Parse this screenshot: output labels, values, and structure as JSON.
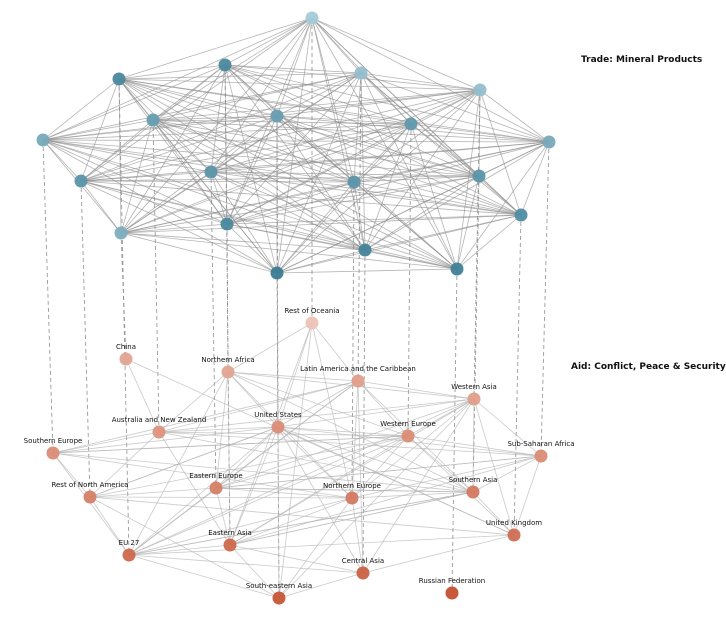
{
  "layers": {
    "top": {
      "title": "Trade: Mineral Products",
      "node_color_light": "#a9cfdc",
      "node_color_dark": "#3a7c93",
      "edge_color": "#8c8c8c"
    },
    "bottom": {
      "title": "Aid: Conflict, Peace & Security",
      "node_color_light": "#efc8bd",
      "node_color_dark": "#c4502f",
      "edge_color": "#b4b4b4"
    }
  },
  "nodes": [
    {
      "label": "Rest of Oceania",
      "top_shade": 0.05,
      "bottom_shade": 0.05
    },
    {
      "label": "China",
      "top_shade": 0.4,
      "bottom_shade": 0.3
    },
    {
      "label": "Northern Africa",
      "top_shade": 0.85,
      "bottom_shade": 0.3
    },
    {
      "label": "Latin America and the Caribbean",
      "top_shade": 0.2,
      "bottom_shade": 0.35
    },
    {
      "label": "Western Asia",
      "top_shade": 0.2,
      "bottom_shade": 0.35
    },
    {
      "label": "Australia and New Zealand",
      "top_shade": 0.6,
      "bottom_shade": 0.45
    },
    {
      "label": "United States",
      "top_shade": 0.6,
      "bottom_shade": 0.5
    },
    {
      "label": "Western Europe",
      "top_shade": 0.65,
      "bottom_shade": 0.5
    },
    {
      "label": "Southern Europe",
      "top_shade": 0.45,
      "bottom_shade": 0.5
    },
    {
      "label": "Sub-Saharan Africa",
      "top_shade": 0.45,
      "bottom_shade": 0.5
    },
    {
      "label": "Rest of North America",
      "top_shade": 0.7,
      "bottom_shade": 0.6
    },
    {
      "label": "Eastern Europe",
      "top_shade": 0.7,
      "bottom_shade": 0.6
    },
    {
      "label": "Northern Europe",
      "top_shade": 0.7,
      "bottom_shade": 0.65
    },
    {
      "label": "Southern Asia",
      "top_shade": 0.7,
      "bottom_shade": 0.65
    },
    {
      "label": "United Kingdom",
      "top_shade": 0.8,
      "bottom_shade": 0.75
    },
    {
      "label": "EU 27",
      "top_shade": 0.85,
      "bottom_shade": 0.8
    },
    {
      "label": "Eastern Asia",
      "top_shade": 0.85,
      "bottom_shade": 0.8
    },
    {
      "label": "Central Asia",
      "top_shade": 0.9,
      "bottom_shade": 0.85
    },
    {
      "label": "South-eastern Asia",
      "top_shade": 1.0,
      "bottom_shade": 0.95
    },
    {
      "label": "Russian Federation",
      "top_shade": 0.95,
      "bottom_shade": 1.0
    }
  ],
  "bottom_edges": [
    [
      0,
      2
    ],
    [
      0,
      3
    ],
    [
      0,
      6
    ],
    [
      0,
      12
    ],
    [
      0,
      18
    ],
    [
      0,
      16
    ],
    [
      1,
      5
    ],
    [
      1,
      14
    ],
    [
      2,
      5
    ],
    [
      2,
      6
    ],
    [
      2,
      7
    ],
    [
      2,
      3
    ],
    [
      2,
      4
    ],
    [
      2,
      12
    ],
    [
      2,
      16
    ],
    [
      2,
      11
    ],
    [
      2,
      13
    ],
    [
      2,
      15
    ],
    [
      3,
      6
    ],
    [
      3,
      4
    ],
    [
      3,
      7
    ],
    [
      3,
      5
    ],
    [
      3,
      12
    ],
    [
      3,
      13
    ],
    [
      3,
      15
    ],
    [
      3,
      11
    ],
    [
      3,
      17
    ],
    [
      3,
      8
    ],
    [
      4,
      6
    ],
    [
      4,
      7
    ],
    [
      4,
      5
    ],
    [
      4,
      12
    ],
    [
      4,
      13
    ],
    [
      4,
      14
    ],
    [
      4,
      16
    ],
    [
      4,
      15
    ],
    [
      4,
      9
    ],
    [
      4,
      11
    ],
    [
      4,
      17
    ],
    [
      4,
      18
    ],
    [
      5,
      6
    ],
    [
      5,
      8
    ],
    [
      5,
      9
    ],
    [
      5,
      16
    ],
    [
      5,
      10
    ],
    [
      5,
      7
    ],
    [
      5,
      13
    ],
    [
      6,
      8
    ],
    [
      6,
      7
    ],
    [
      6,
      9
    ],
    [
      6,
      12
    ],
    [
      6,
      13
    ],
    [
      6,
      16
    ],
    [
      6,
      18
    ],
    [
      6,
      15
    ],
    [
      6,
      10
    ],
    [
      6,
      11
    ],
    [
      6,
      14
    ],
    [
      6,
      17
    ],
    [
      7,
      8
    ],
    [
      7,
      9
    ],
    [
      7,
      13
    ],
    [
      7,
      14
    ],
    [
      7,
      16
    ],
    [
      7,
      15
    ],
    [
      7,
      12
    ],
    [
      7,
      10
    ],
    [
      7,
      11
    ],
    [
      8,
      10
    ],
    [
      8,
      12
    ],
    [
      8,
      13
    ],
    [
      8,
      15
    ],
    [
      8,
      7
    ],
    [
      9,
      13
    ],
    [
      9,
      12
    ],
    [
      9,
      14
    ],
    [
      9,
      11
    ],
    [
      9,
      16
    ],
    [
      10,
      11
    ],
    [
      10,
      12
    ],
    [
      10,
      15
    ],
    [
      10,
      18
    ],
    [
      10,
      6
    ],
    [
      11,
      12
    ],
    [
      11,
      16
    ],
    [
      11,
      15
    ],
    [
      11,
      13
    ],
    [
      11,
      9
    ],
    [
      12,
      13
    ],
    [
      12,
      17
    ],
    [
      12,
      16
    ],
    [
      12,
      15
    ],
    [
      12,
      18
    ],
    [
      13,
      14
    ],
    [
      13,
      16
    ],
    [
      13,
      15
    ],
    [
      13,
      11
    ],
    [
      14,
      17
    ],
    [
      14,
      10
    ],
    [
      14,
      15
    ],
    [
      15,
      16
    ],
    [
      15,
      17
    ],
    [
      15,
      18
    ],
    [
      15,
      13
    ],
    [
      16,
      18
    ],
    [
      16,
      17
    ],
    [
      16,
      13
    ],
    [
      17,
      18
    ]
  ]
}
